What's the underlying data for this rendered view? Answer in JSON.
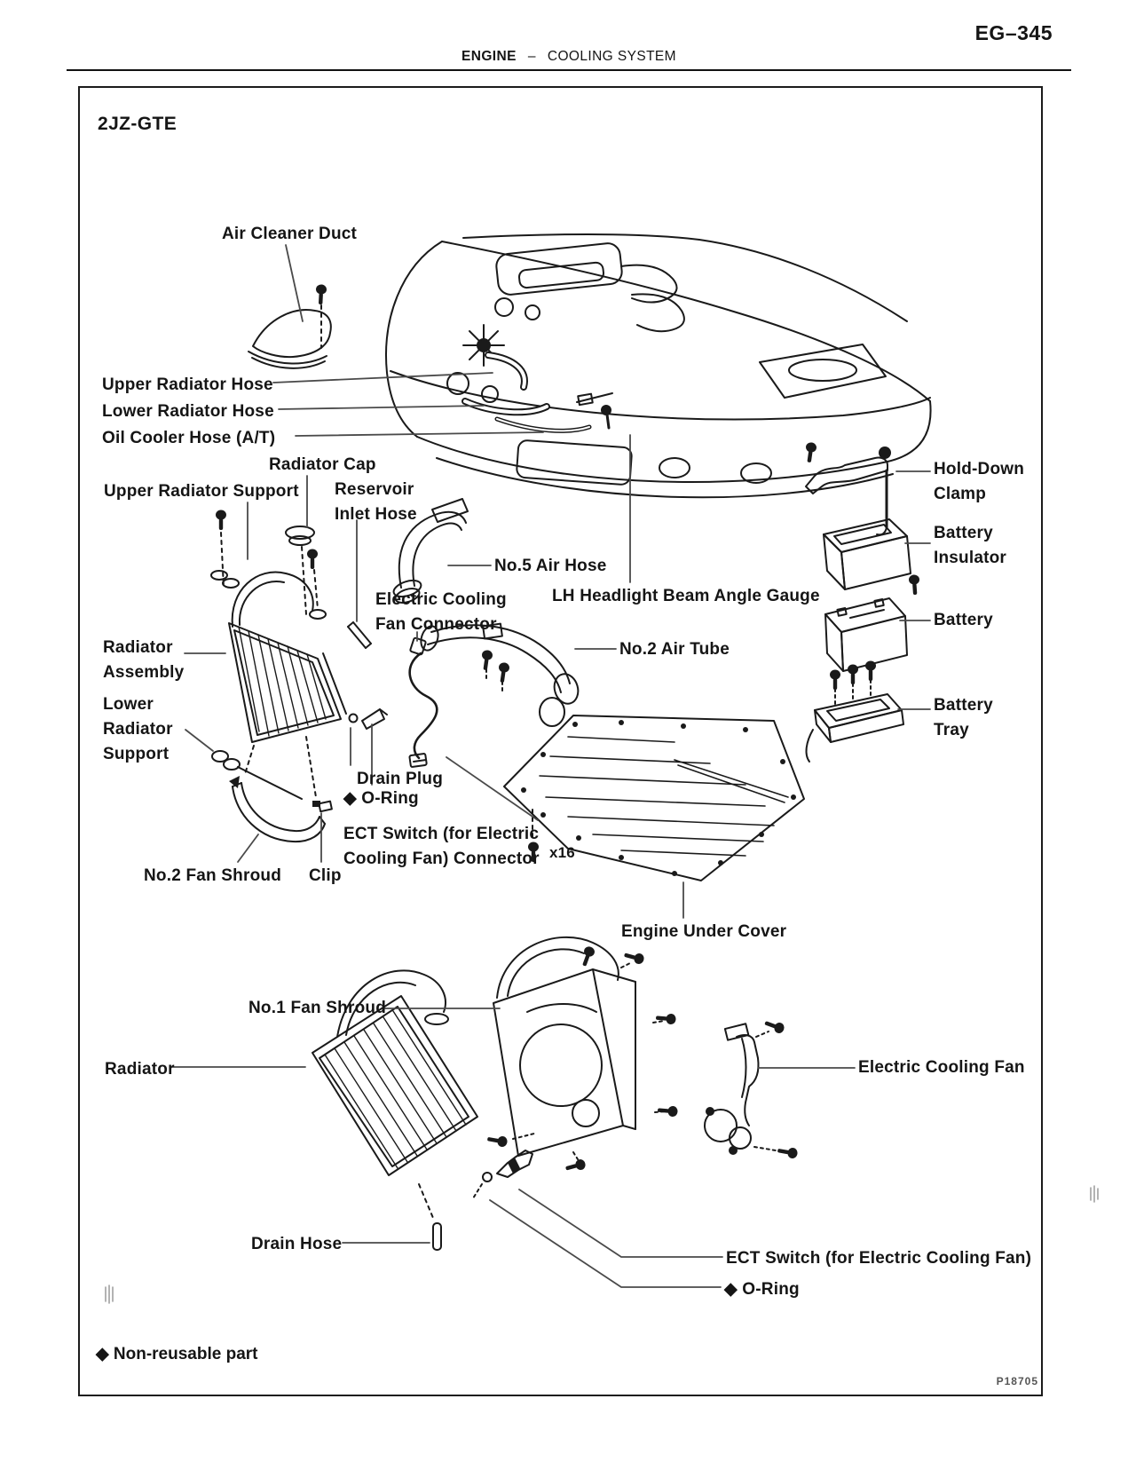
{
  "page": {
    "number": "EG–345",
    "header": {
      "section": "ENGINE",
      "separator": "–",
      "title": "COOLING SYSTEM"
    }
  },
  "diagram": {
    "engine_model": "2JZ-GTE",
    "labels": {
      "air_cleaner_duct": "Air Cleaner Duct",
      "upper_radiator_hose": "Upper Radiator Hose",
      "lower_radiator_hose": "Lower Radiator Hose",
      "oil_cooler_hose_at": "Oil Cooler Hose (A/T)",
      "radiator_cap": "Radiator Cap",
      "upper_radiator_support": "Upper Radiator Support",
      "reservoir_inlet_hose": "Reservoir\nInlet Hose",
      "no5_air_hose": "No.5 Air Hose",
      "electric_cooling_fan_connector": "Electric Cooling\nFan Connector",
      "lh_headlight_beam_angle_gauge": "LH Headlight Beam Angle Gauge",
      "hold_down_clamp": "Hold-Down\nClamp",
      "battery_insulator": "Battery\nInsulator",
      "battery": "Battery",
      "no2_air_tube": "No.2 Air Tube",
      "battery_tray": "Battery\nTray",
      "radiator_assembly": "Radiator\nAssembly",
      "lower_radiator_support": "Lower\nRadiator\nSupport",
      "drain_plug": "Drain Plug",
      "o_ring_upper": "◆ O-Ring",
      "ect_switch_connector": "ECT Switch (for Electric\nCooling Fan) Connector",
      "bolt_count": "x16",
      "no2_fan_shroud": "No.2 Fan Shroud",
      "clip": "Clip",
      "engine_under_cover": "Engine Under Cover",
      "no1_fan_shroud": "No.1 Fan Shroud",
      "radiator": "Radiator",
      "electric_cooling_fan": "Electric Cooling Fan",
      "drain_hose": "Drain Hose",
      "ect_switch": "ECT Switch (for Electric Cooling Fan)",
      "o_ring_lower": "◆ O-Ring"
    },
    "legend_non_reusable": "◆ Non-reusable part",
    "figure_code": "P18705"
  }
}
